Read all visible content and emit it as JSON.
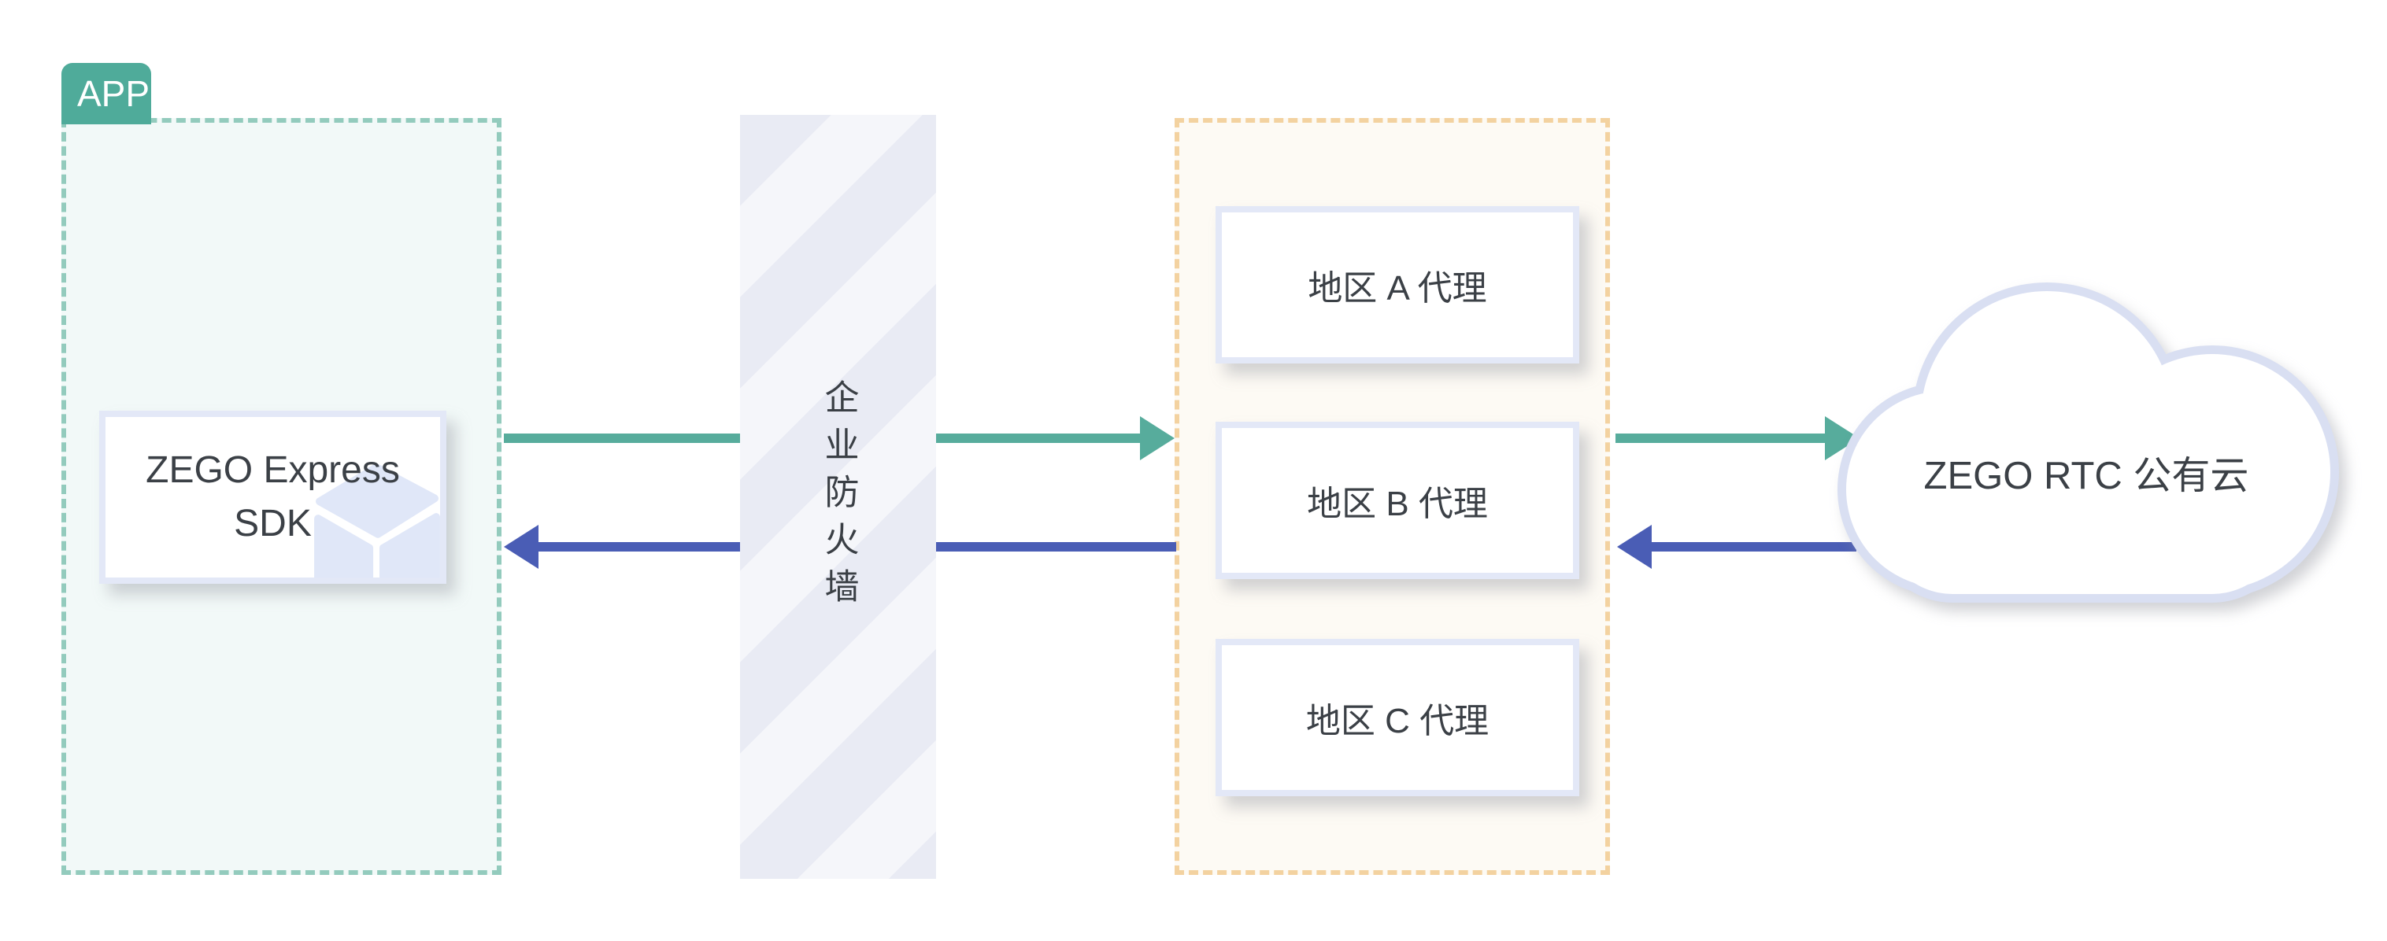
{
  "app_group": {
    "tag": "APP",
    "sdk_label_line1": "ZEGO Express",
    "sdk_label_line2": "SDK"
  },
  "firewall": {
    "label": "企业防火墙"
  },
  "proxy_group": {
    "items": [
      {
        "label": "地区 A 代理"
      },
      {
        "label": "地区 B 代理"
      },
      {
        "label": "地区 C 代理"
      }
    ]
  },
  "cloud": {
    "label": "ZEGO RTC 公有云"
  },
  "colors": {
    "green_arrow": "#57ac9c",
    "blue_arrow": "#4a5db5",
    "app_tab_teal": "#4fab9a",
    "app_dash_border": "#93cbbd",
    "app_fill": "#f2f9f8",
    "orange_dash_border": "#f3d2a0",
    "orange_fill": "#fdfaf4",
    "node_border_lavender": "#e3e8f7",
    "cloud_outline": "#d9dff2",
    "firewall_stripe_dark": "#e9ebf4",
    "firewall_stripe_light": "#f5f6fa",
    "text_dark": "#3b4046"
  }
}
